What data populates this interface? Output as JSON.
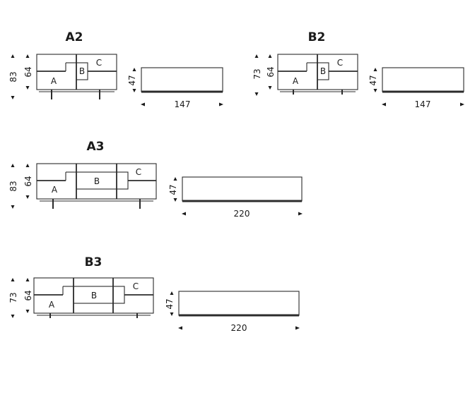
{
  "modules": [
    {
      "id": "A2",
      "title": "A2",
      "height_total": "83",
      "height_body": "64",
      "depth": "47",
      "width": "147",
      "labels": [
        "A",
        "B",
        "C"
      ]
    },
    {
      "id": "B2",
      "title": "B2",
      "height_total": "73",
      "height_body": "64",
      "depth": "47",
      "width": "147",
      "labels": [
        "A",
        "B",
        "C"
      ]
    },
    {
      "id": "A3",
      "title": "A3",
      "height_total": "83",
      "height_body": "64",
      "depth": "47",
      "width": "220",
      "labels": [
        "A",
        "B",
        "C"
      ]
    },
    {
      "id": "B3",
      "title": "B3",
      "height_total": "73",
      "height_body": "64",
      "depth": "47",
      "width": "220",
      "labels": [
        "A",
        "B",
        "C"
      ]
    }
  ]
}
